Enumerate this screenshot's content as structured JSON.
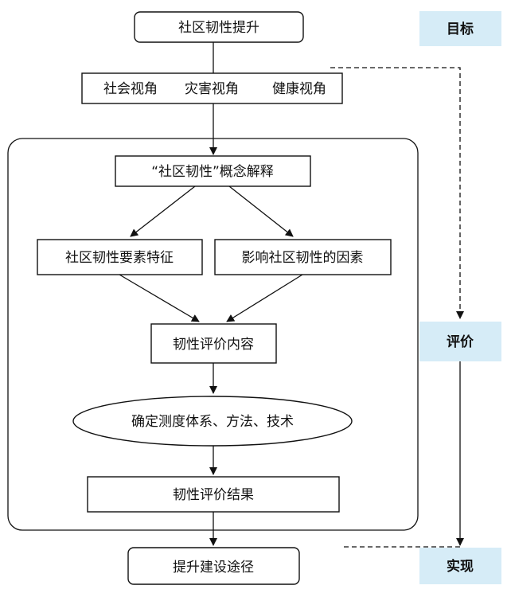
{
  "colors": {
    "side_label_bg": "#d6ecf7",
    "stroke": "#111111",
    "node_fill": "#ffffff"
  },
  "nodes": {
    "goal": "社区韧性提升",
    "perspectives": {
      "social": "社会视角",
      "disaster": "灾害视角",
      "health": "健康视角"
    },
    "concept": "“社区韧性”概念解释",
    "elements": "社区韧性要素特征",
    "factors": "影响社区韧性的因素",
    "content": "韧性评价内容",
    "methods": "确定测度体系、方法、技术",
    "results": "韧性评价结果",
    "path": "提升建设途径"
  },
  "side_labels": {
    "goal": "目标",
    "evaluation": "评价",
    "realization": "实现"
  }
}
